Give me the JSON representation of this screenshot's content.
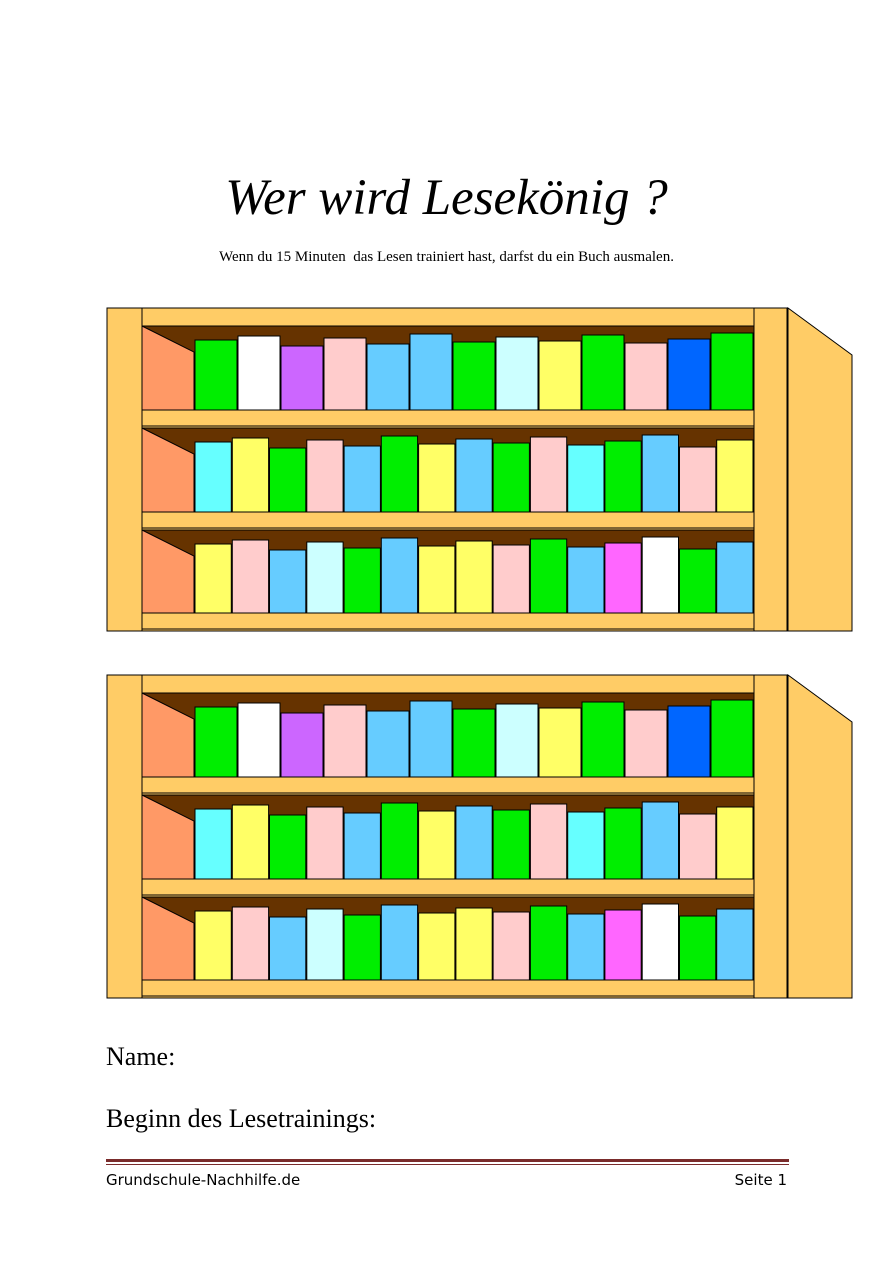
{
  "worksheet": {
    "title": "Wer wird Lesekönig ?",
    "instruction": "Wenn du 15 Minuten  das Lesen trainiert hast, darfst du ein Buch ausmalen."
  },
  "bookshelves": {
    "count": 2,
    "colors": {
      "frame": "#FFCC66",
      "back_wall": "#663300",
      "left_wedge": "#FF9966",
      "outline": "#000000"
    },
    "rows": [
      [
        "#00EE00",
        "#FFFFFF",
        "#CC66FF",
        "#FFCCCC",
        "#66CCFF",
        "#66CCFF",
        "#00EE00",
        "#CCFFFF",
        "#FFFF66",
        "#00EE00",
        "#FFCCCC",
        "#0066FF",
        "#00EE00"
      ],
      [
        "#66FFFF",
        "#FFFF66",
        "#00EE00",
        "#FFCCCC",
        "#66CCFF",
        "#00EE00",
        "#FFFF66",
        "#66CCFF",
        "#00EE00",
        "#FFCCCC",
        "#66FFFF",
        "#00EE00",
        "#66CCFF",
        "#FFCCCC",
        "#FFFF66"
      ],
      [
        "#FFFF66",
        "#FFCCCC",
        "#66CCFF",
        "#CCFFFF",
        "#00EE00",
        "#66CCFF",
        "#FFFF66",
        "#FFFF66",
        "#FFCCCC",
        "#00EE00",
        "#66CCFF",
        "#FF66FF",
        "#FFFFFF",
        "#00EE00",
        "#66CCFF"
      ]
    ]
  },
  "form": {
    "name_label": "Name:",
    "start_label": "Beginn des Lesetrainings:"
  },
  "footer": {
    "site": "Grundschule-Nachhilfe.de",
    "page": "Seite 1",
    "rule_color": "#7A2C2C"
  }
}
